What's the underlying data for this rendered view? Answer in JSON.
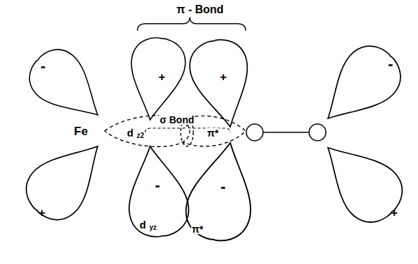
{
  "diagram": {
    "labels": [
      "π - Bond",
      "σ Bond",
      "-",
      "+",
      "+",
      "+",
      "Fe",
      "d",
      "z2",
      "π*",
      "-",
      "-",
      "d",
      "yz",
      "π*",
      "-",
      "+"
    ]
  }
}
